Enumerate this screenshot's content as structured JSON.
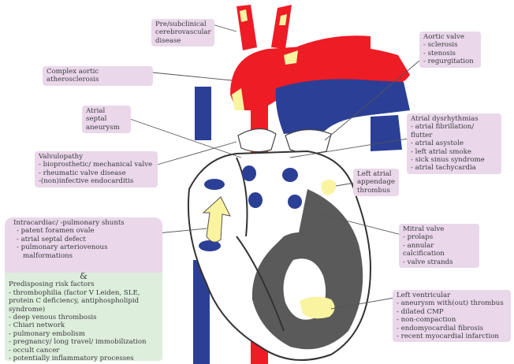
{
  "colors": {
    "artery_red": "#ee1c25",
    "vein_blue": "#2b3f96",
    "heart_gray": "#5a5a5a",
    "thrombus_yellow": "#faf3a0",
    "label_pink": "#ead7ea",
    "label_green": "#ddeedd",
    "leader_line": "#555555"
  },
  "labels": {
    "cerebrovascular": {
      "lines": [
        "Pre/subclinical",
        "cerebrovascular",
        "disease"
      ]
    },
    "aortic_atherosclerosis": {
      "lines": [
        "Complex aortic atherosclerosis"
      ]
    },
    "atrial_septal_aneurysm": {
      "lines": [
        "Atrial septal",
        "aneurysm"
      ]
    },
    "valvulopathy": {
      "title": "Valvulopathy",
      "items": [
        "- bioprosthetic/ mechanical valve",
        "- rheumatic valve disease",
        "-(non)infective endocarditis"
      ]
    },
    "aortic_valve": {
      "title": "Aortic valve",
      "items": [
        "- sclerosis",
        "- stenosis",
        "- regurgitation"
      ]
    },
    "atrial_dysrhythmias": {
      "title": "Atrial dysrhythmias",
      "items": [
        "- atrial fibrillation/ flutter",
        "- atrial asystole",
        "- left atrial smoke",
        "- sick sinus syndrome",
        "- atrial tachycardia"
      ]
    },
    "laa_thrombus": {
      "lines": [
        "Left atrial",
        "appendage",
        "thrombus"
      ]
    },
    "mitral_valve": {
      "title": "Mitral valve",
      "items": [
        "- prolaps",
        "- annular calcification",
        "- valve strands"
      ]
    },
    "left_ventricular": {
      "title": "Left ventricular",
      "items": [
        "- aneurysm with(out) thrombus",
        "- dilated CMP",
        "- non-compaction",
        "- endomyocardial fibrosis",
        "- recent myocardial infarction"
      ]
    },
    "shunts": {
      "title": "Intracardiac/ -pulmonary shunts",
      "items": [
        "- patent foramen ovale",
        "- atrial septal defect",
        "- pulmonary arteriovenous",
        "malformations"
      ],
      "ampersand": "&"
    },
    "predisposing": {
      "title": "Predisposing risk factors",
      "items": [
        "- thrombophilia (factor V Leiden, SLE,",
        "protein C deficiency, antiphospholipid",
        "syndrome)",
        "- deep venous thrombosis",
        "- Chiari network",
        "- pulmonary embolism",
        "- pregnancy/ long travel/ immobilization",
        "- occult cancer",
        "- potentially inflammatory processes"
      ]
    }
  }
}
